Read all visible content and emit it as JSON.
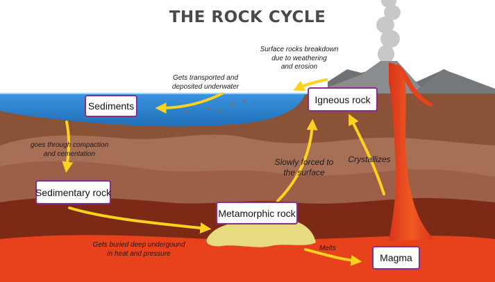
{
  "title": "THE ROCK CYCLE",
  "boxes": {
    "sediments": "Sediments",
    "igneous_rock": "Igneous rock",
    "sedimentary_rock": "Sedimentary rock",
    "metamorphic_rock": "Metamorphic rock",
    "magma": "Magma"
  },
  "annotations": {
    "surface_breakdown": "Surface rocks breakdown\ndue to weathering\nand erosion",
    "transported": "Gets transported and\ndeposited underwater",
    "compaction": "goes through compaction\nand cementation",
    "slowly_forced": "Slowly forced to\nthe surface",
    "crystallizes": "Crystallizes",
    "buried": "Gets buried deep undergound\nin heat and pressure",
    "melts": "Melts"
  },
  "colors": {
    "box_border": "#8b2a8f",
    "arrow": "#ffd21f",
    "water": "#2e8bd6",
    "lava": "#e8421c",
    "mountain": "#8a8d90",
    "smoke": "#c8c8c8"
  }
}
